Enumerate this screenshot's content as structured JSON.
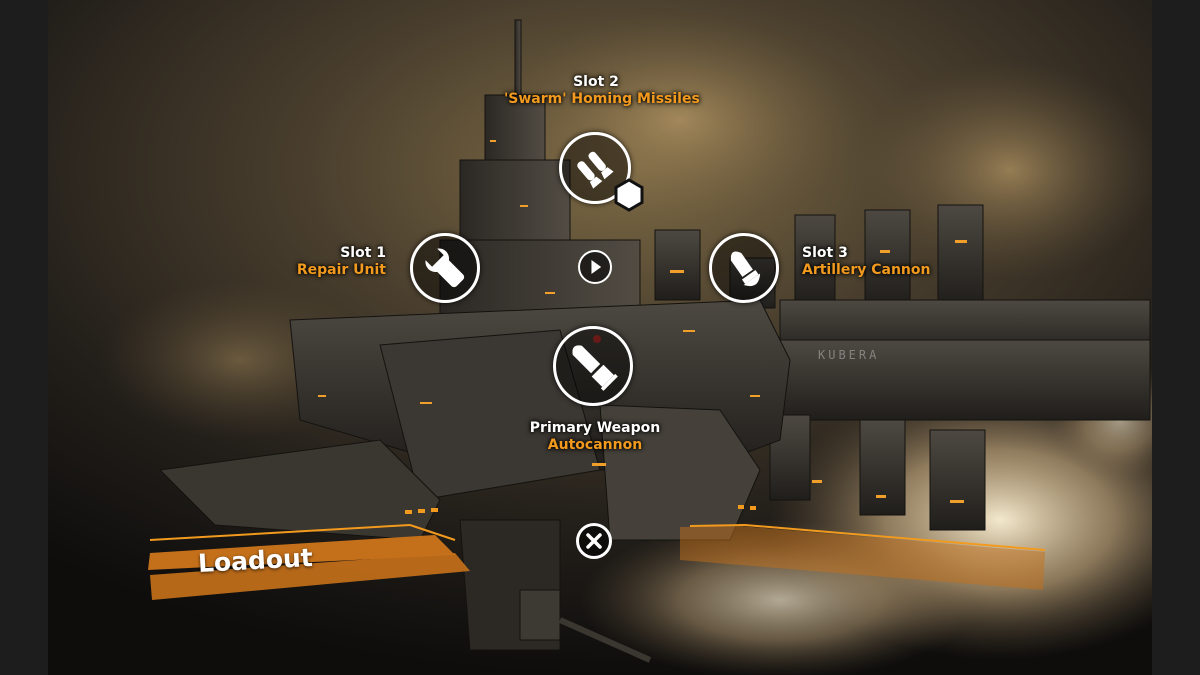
{
  "screen": {
    "title": "Loadout",
    "ship_name": "KUBERA"
  },
  "slots": {
    "slot1": {
      "title": "Slot 1",
      "item": "Repair Unit",
      "icon": "wrench-icon"
    },
    "slot2": {
      "title": "Slot 2",
      "item": "'Swarm' Homing Missiles",
      "icon": "missiles-icon"
    },
    "slot3": {
      "title": "Slot 3",
      "item": "Artillery Cannon",
      "icon": "artillery-shell-icon"
    },
    "primary": {
      "title": "Primary Weapon",
      "item": "Autocannon",
      "icon": "bullet-icon"
    }
  },
  "controls": {
    "play": "play-icon",
    "close": "close-x-icon"
  },
  "colors": {
    "accent": "#f29a1e",
    "accent_dark": "#c4701a",
    "frame": "#1d1d1d",
    "icon": "#ffffff"
  }
}
